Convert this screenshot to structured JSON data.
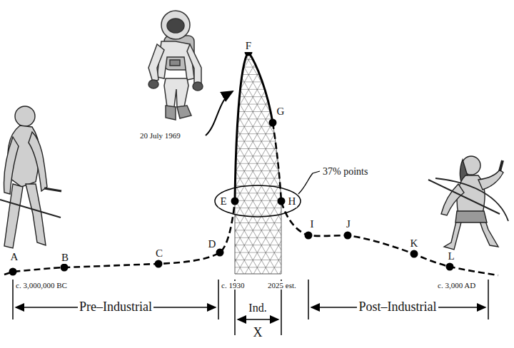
{
  "diagram": {
    "labels": [
      "A",
      "B",
      "C",
      "D",
      "E",
      "F",
      "G",
      "H",
      "I",
      "J",
      "K",
      "L",
      "20 July 1969",
      "37% points",
      "c. 3,000,000 BC",
      "c. 1930",
      "2025 est.",
      "c. 3,000 AD",
      "Pre–Industrial",
      "Ind.",
      "X",
      "Post–Industrial"
    ]
  }
}
